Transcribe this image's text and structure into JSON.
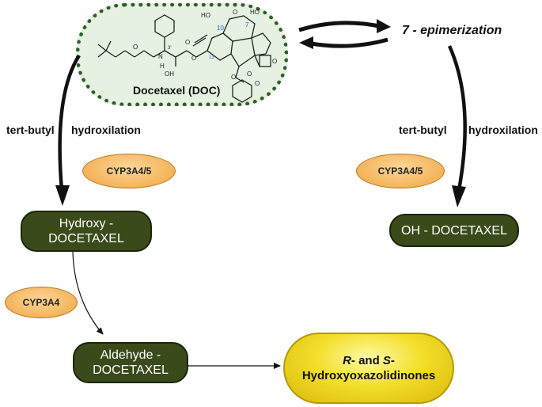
{
  "molecule": {
    "caption": "Docetaxel (DOC)",
    "atom_labels": [
      "HO",
      "O",
      "HO",
      "10",
      "7",
      "N",
      "H",
      "3'",
      "O",
      "OH",
      "13",
      "O",
      "O",
      "O",
      "O",
      "O",
      "O"
    ]
  },
  "epimerization": {
    "label": "7 - epimerization"
  },
  "left_branch": {
    "left_label": "tert-butyl",
    "right_label": "hydroxilation",
    "enzyme": "CYP3A4/5",
    "product_line1": "Hydroxy -",
    "product_line2": "DOCETAXEL"
  },
  "right_branch": {
    "left_label": "tert-butyl",
    "right_label": "hydroxilation",
    "enzyme": "CYP3A4/5",
    "product": "OH - DOCETAXEL"
  },
  "second_step": {
    "enzyme": "CYP3A4",
    "product_line1": "Aldehyde -",
    "product_line2": "DOCETAXEL"
  },
  "final_product": {
    "r": "R",
    "and": "- and ",
    "s": "S",
    "dash": "-",
    "line2": "Hydroxyoxazolidinones"
  },
  "colors": {
    "dark_olive": "#3a4a1a",
    "enzyme_orange": "#f4b45a",
    "product_yellow": "#f3df2a",
    "molecule_bg": "#e6f1e1",
    "dotted_border": "#2e5f2a"
  }
}
